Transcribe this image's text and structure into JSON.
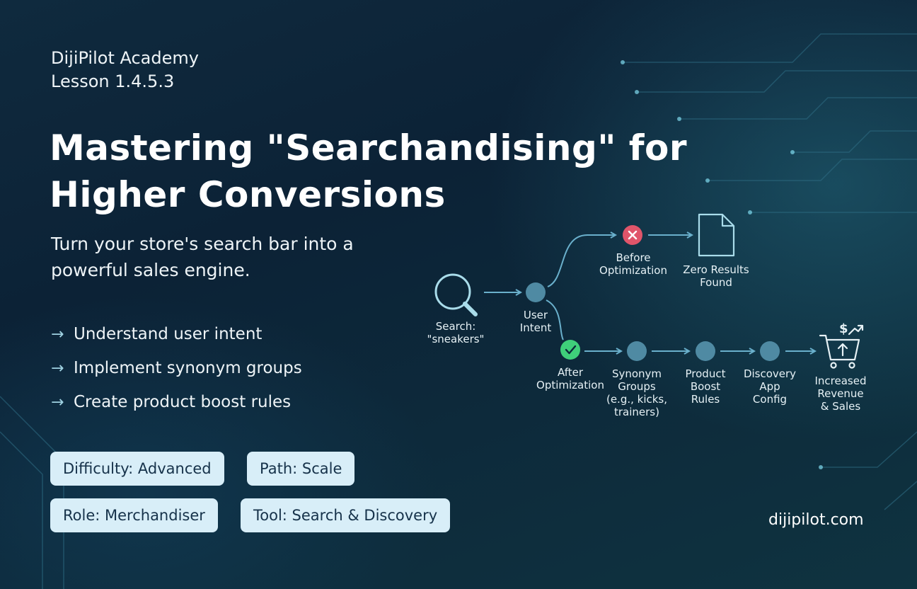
{
  "header": {
    "academy": "DijiPilot Academy",
    "lesson": "Lesson 1.4.5.3"
  },
  "title": {
    "line1": "Mastering \"Searchandising\" for",
    "line2": "Higher Conversions"
  },
  "subtitle": {
    "line1": "Turn your store's search bar into a",
    "line2": "powerful sales engine."
  },
  "points": [
    "Understand user intent",
    "Implement synonym groups",
    "Create product boost rules"
  ],
  "tags": {
    "difficulty": "Difficulty: Advanced",
    "path": "Path: Scale",
    "role": "Role: Merchandiser",
    "tool": "Tool: Search & Discovery"
  },
  "site": "dijipilot.com",
  "flow": {
    "search": {
      "line1": "Search:",
      "line2": "\"sneakers\"",
      "icon": "magnifier-icon"
    },
    "intent": {
      "line1": "User",
      "line2": "Intent"
    },
    "before": {
      "line1": "Before",
      "line2": "Optimization",
      "icon": "x-icon"
    },
    "zero": {
      "line1": "Zero Results",
      "line2": "Found",
      "icon": "document-icon"
    },
    "after": {
      "line1": "After",
      "line2": "Optimization",
      "icon": "check-icon"
    },
    "synonym": {
      "line1": "Synonym",
      "line2": "Groups",
      "line3": "(e.g., kicks,",
      "line4": "trainers)"
    },
    "boost": {
      "line1": "Product",
      "line2": "Boost",
      "line3": "Rules"
    },
    "discovery": {
      "line1": "Discovery",
      "line2": "App",
      "line3": "Config"
    },
    "revenue": {
      "line1": "Increased",
      "line2": "Revenue",
      "line3": "& Sales",
      "icon": "cart-dollar-icon"
    }
  },
  "colors": {
    "accent": "#6ab0cc",
    "node": "#4f8aa3",
    "error": "#e0556a",
    "success": "#3fcf7a",
    "tag_bg": "#d8eef8",
    "tag_text": "#16324a"
  }
}
